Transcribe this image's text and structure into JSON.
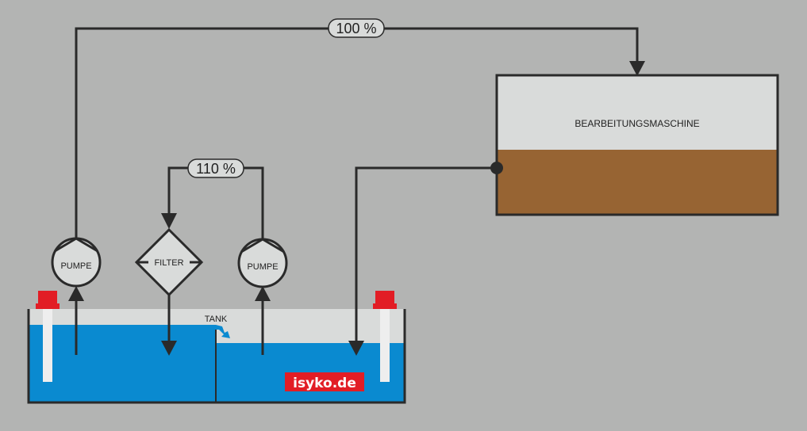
{
  "diagram": {
    "type": "coolant filtration schematic",
    "colors": {
      "background": "#b3b4b3",
      "line": "#2a2a2a",
      "component_fill": "#d9dbda",
      "coolant": "#0a8ad0",
      "machine_fluid": "#976433",
      "float_cap": "#e21d25",
      "brand": "#e21d25"
    },
    "labels": {
      "flow_main": "100 %",
      "flow_filter": "110 %",
      "machine": "BEARBEITUNGSMASCHINE",
      "pump_left": "PUMPE",
      "pump_right": "PUMPE",
      "filter": "FILTER",
      "tank": "TANK",
      "brand": "isyko.de"
    },
    "icons": {
      "pump": "circle-with-triangle",
      "filter": "diamond-with-bar",
      "flow_arrow": "triangle-arrow",
      "level_sensor": "float-switch",
      "overflow": "overflow-arrow"
    }
  }
}
